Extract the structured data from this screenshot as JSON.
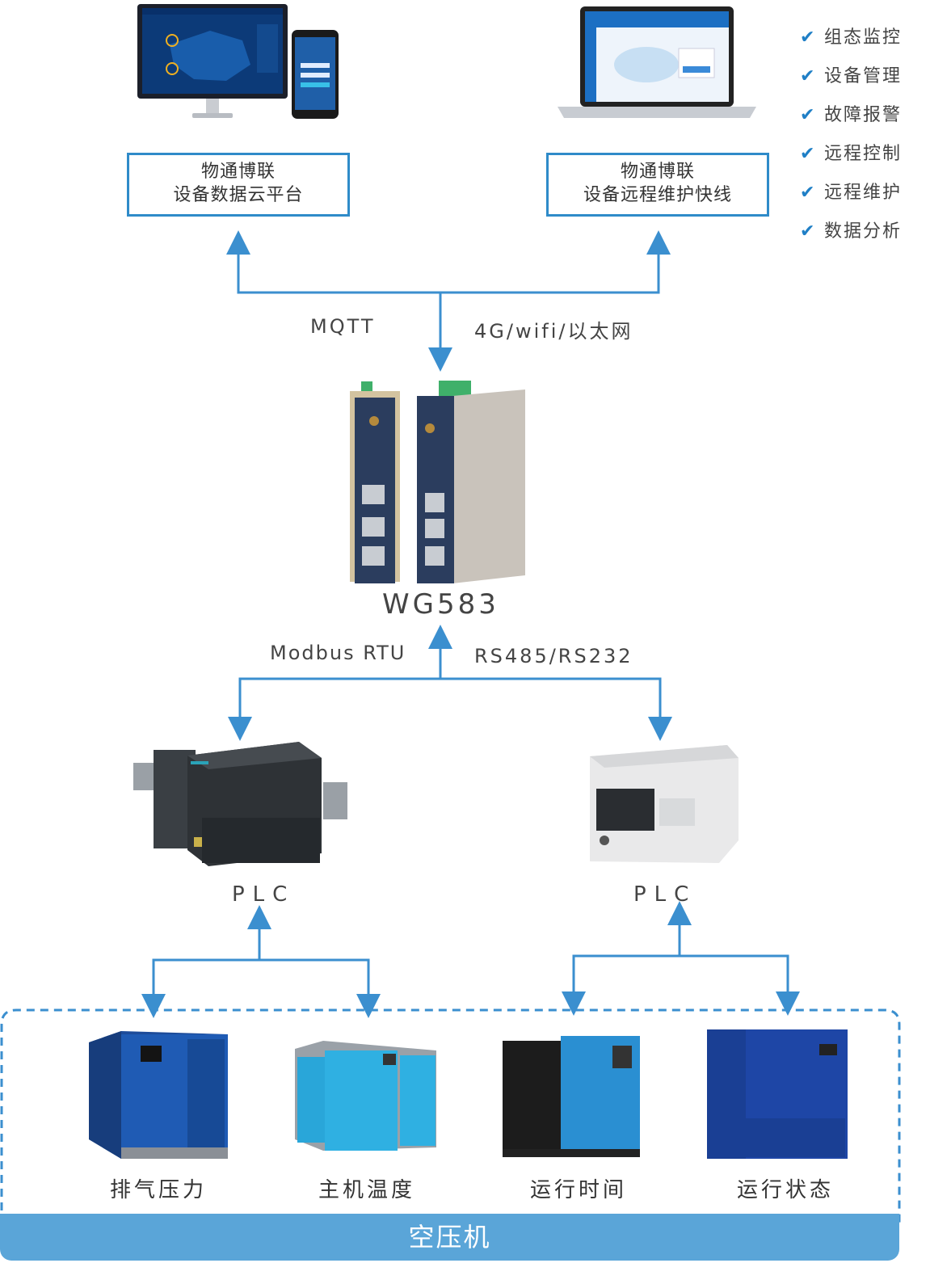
{
  "platforms": {
    "cloud": {
      "line1": "物通博联",
      "line2": "设备数据云平台"
    },
    "remote": {
      "line1": "物通博联",
      "line2": "设备远程维护快线"
    }
  },
  "features": [
    "组态监控",
    "设备管理",
    "故障报警",
    "远程控制",
    "远程维护",
    "数据分析"
  ],
  "upper_protocols": {
    "left": "MQTT",
    "right": "4G/wifi/以太网"
  },
  "gateway": {
    "model": "WG583"
  },
  "lower_protocols": {
    "left": "Modbus RTU",
    "right": "RS485/RS232"
  },
  "plcs": {
    "left": "PLC",
    "right": "PLC"
  },
  "compressor_params": [
    "排气压力",
    "主机温度",
    "运行时间",
    "运行状态"
  ],
  "group_label": "空压机",
  "colors": {
    "accent": "#2f8bc9",
    "arrow": "#3b8fcf",
    "bar": "#5aa5d8"
  }
}
